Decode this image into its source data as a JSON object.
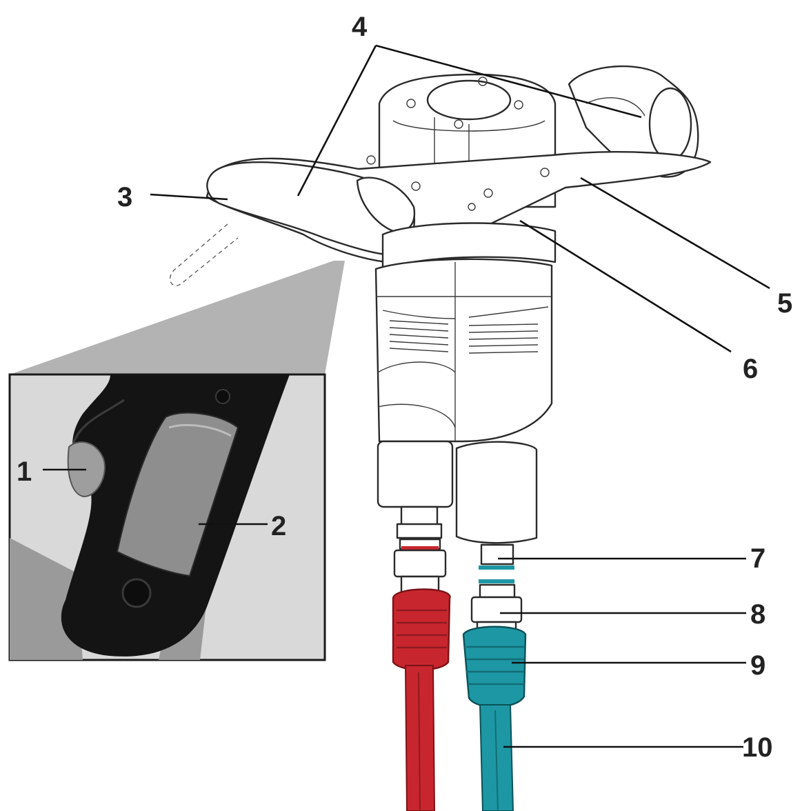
{
  "callouts": [
    {
      "id": "1",
      "label": "1"
    },
    {
      "id": "2",
      "label": "2"
    },
    {
      "id": "3",
      "label": "3"
    },
    {
      "id": "4",
      "label": "4"
    },
    {
      "id": "5",
      "label": "5"
    },
    {
      "id": "6",
      "label": "6"
    },
    {
      "id": "7",
      "label": "7"
    },
    {
      "id": "8",
      "label": "8"
    },
    {
      "id": "9",
      "label": "9"
    },
    {
      "id": "10",
      "label": "10"
    }
  ],
  "colors": {
    "hose_red": "#c8262e",
    "hose_red_dark": "#8f1a20",
    "hose_teal": "#1d97a3",
    "hose_teal_dark": "#116d76",
    "inset_bg": "#d9d9d9",
    "magnifier_wedge": "#b3b3b3",
    "grip_black": "#141414",
    "pad_gray": "#9a9a9a"
  }
}
